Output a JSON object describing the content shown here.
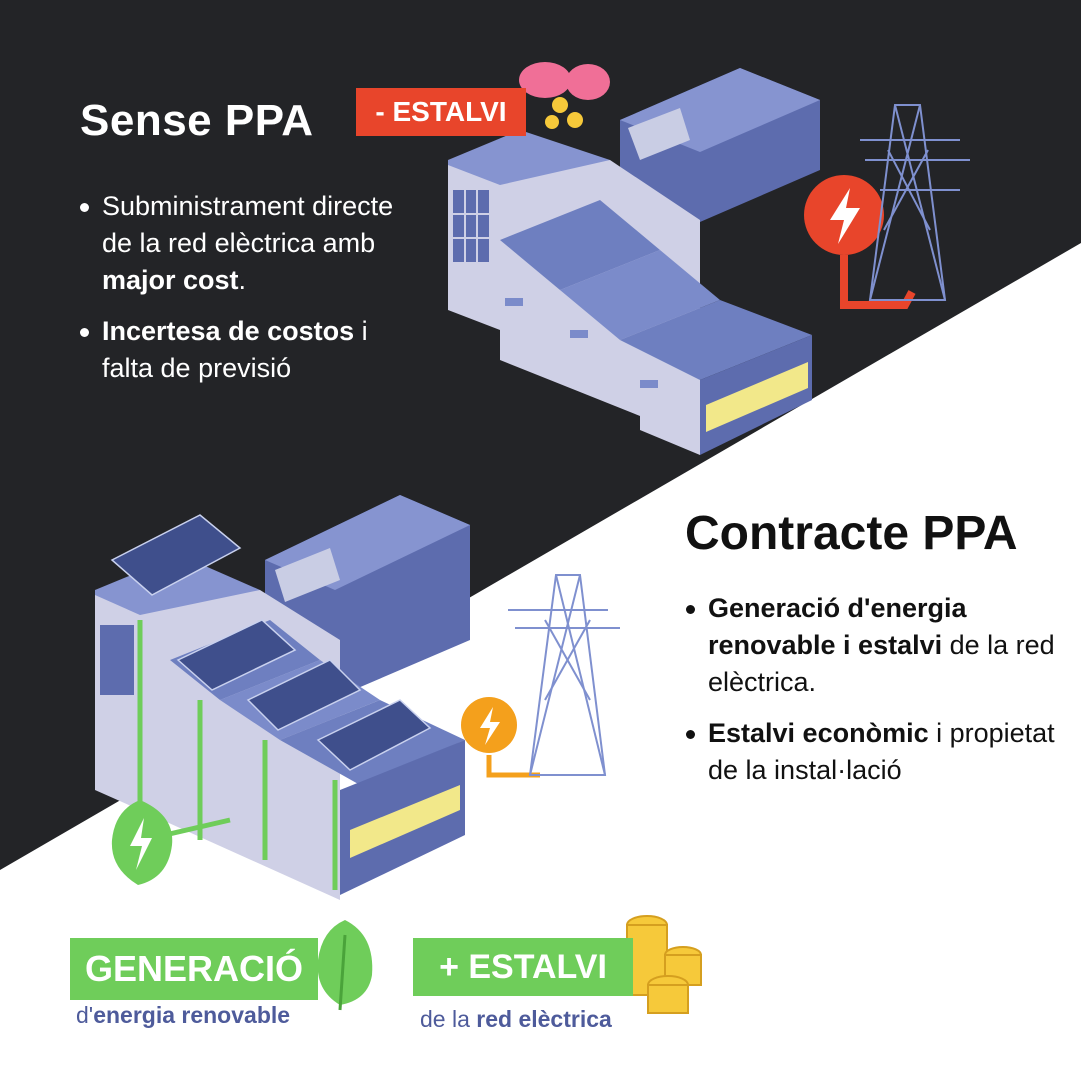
{
  "top": {
    "title": "Sense PPA",
    "tag": "- ESTALVI",
    "bullets": [
      {
        "plain_a": "Subministrament directe de la red elèctrica amb ",
        "bold": "major cost",
        "plain_b": "."
      },
      {
        "plain_a": "",
        "bold": "Incertesa de costos",
        "plain_b": " i falta de previsió"
      }
    ]
  },
  "bottom": {
    "title": "Contracte PPA",
    "bullets": [
      {
        "bold": "Generació d'energia renovable i estalvi",
        "plain": " de la red elèctrica."
      },
      {
        "bold": "Estalvi econòmic",
        "plain": " i propietat de la instal·lació"
      }
    ]
  },
  "badges": {
    "generation": {
      "tag": "GENERACIÓ",
      "sub_prefix": "d'",
      "sub_bold": "energia renovable"
    },
    "savings": {
      "tag": "+ ESTALVI",
      "sub_prefix": "de la ",
      "sub_bold": "red elèctrica"
    }
  },
  "icons": [
    "piggy-bank-icon",
    "coin-icon",
    "lightning-icon",
    "power-tower-icon",
    "leaf-icon",
    "euro-coins-icon"
  ],
  "colors": {
    "dark": "#232427",
    "red": "#e8452b",
    "green": "#6fcd5a",
    "orange": "#f4a01c",
    "building": "#6e7fc0",
    "text_blue": "#4e5b9b"
  }
}
